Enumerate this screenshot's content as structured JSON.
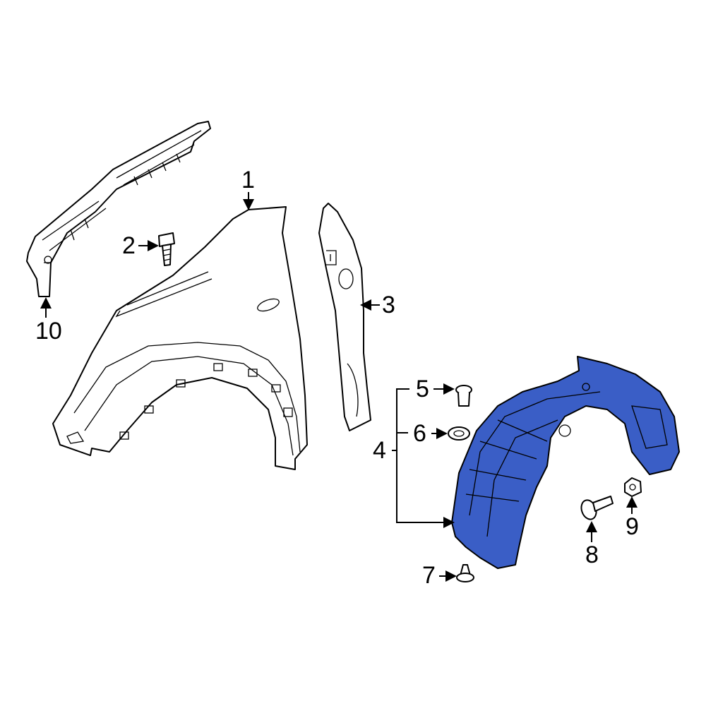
{
  "diagram": {
    "callouts": [
      {
        "id": "1",
        "part": "fender"
      },
      {
        "id": "2",
        "part": "bolt"
      },
      {
        "id": "3",
        "part": "fender-insulator"
      },
      {
        "id": "4",
        "part": "fender-liner"
      },
      {
        "id": "5",
        "part": "liner-clip"
      },
      {
        "id": "6",
        "part": "washer"
      },
      {
        "id": "7",
        "part": "push-rivet"
      },
      {
        "id": "8",
        "part": "screw"
      },
      {
        "id": "9",
        "part": "nut-clip"
      },
      {
        "id": "10",
        "part": "fender-bracket"
      }
    ],
    "colors": {
      "highlight": "#3a5ec6",
      "line": "#000000",
      "background": "#ffffff"
    }
  }
}
